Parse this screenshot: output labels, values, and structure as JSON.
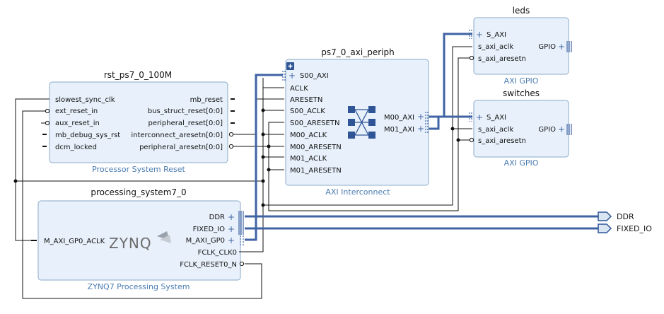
{
  "blocks": {
    "rst": {
      "title": "rst_ps7_0_100M",
      "subtitle": "Processor System Reset",
      "left_pins": [
        "slowest_sync_clk",
        "ext_reset_in",
        "aux_reset_in",
        "mb_debug_sys_rst",
        "dcm_locked"
      ],
      "right_pins": [
        "mb_reset",
        "bus_struct_reset[0:0]",
        "peripheral_reset[0:0]",
        "interconnect_aresetn[0:0]",
        "peripheral_aresetn[0:0]"
      ]
    },
    "ps7": {
      "title": "processing_system7_0",
      "subtitle": "ZYNQ7 Processing System",
      "logo": "ZYNQ",
      "left_pins": [
        "M_AXI_GP0_ACLK"
      ],
      "right_pins": [
        "DDR",
        "FIXED_IO",
        "M_AXI_GP0",
        "FCLK_CLK0",
        "FCLK_RESET0_N"
      ]
    },
    "axi": {
      "title": "ps7_0_axi_periph",
      "subtitle": "AXI Interconnect",
      "left_pins": [
        "S00_AXI",
        "ACLK",
        "ARESETN",
        "S00_ACLK",
        "S00_ARESETN",
        "M00_ACLK",
        "M00_ARESETN",
        "M01_ACLK",
        "M01_ARESETN"
      ],
      "right_pins": [
        "M00_AXI",
        "M01_AXI"
      ]
    },
    "leds": {
      "title": "leds",
      "subtitle": "AXI GPIO",
      "left_pins": [
        "S_AXI",
        "s_axi_aclk",
        "s_axi_aresetn"
      ],
      "right_pins": [
        "GPIO"
      ]
    },
    "switches": {
      "title": "switches",
      "subtitle": "AXI GPIO",
      "left_pins": [
        "S_AXI",
        "s_axi_aclk",
        "s_axi_aresetn"
      ],
      "right_pins": [
        "GPIO"
      ]
    }
  },
  "ports": [
    "DDR",
    "FIXED_IO"
  ],
  "colors": {
    "block_fill": "#e8f1fb",
    "block_stroke": "#8aa9c9",
    "bus": "#3f63a3",
    "subtitle": "#4a7bb0",
    "port_fill": "#d9e6f2"
  }
}
